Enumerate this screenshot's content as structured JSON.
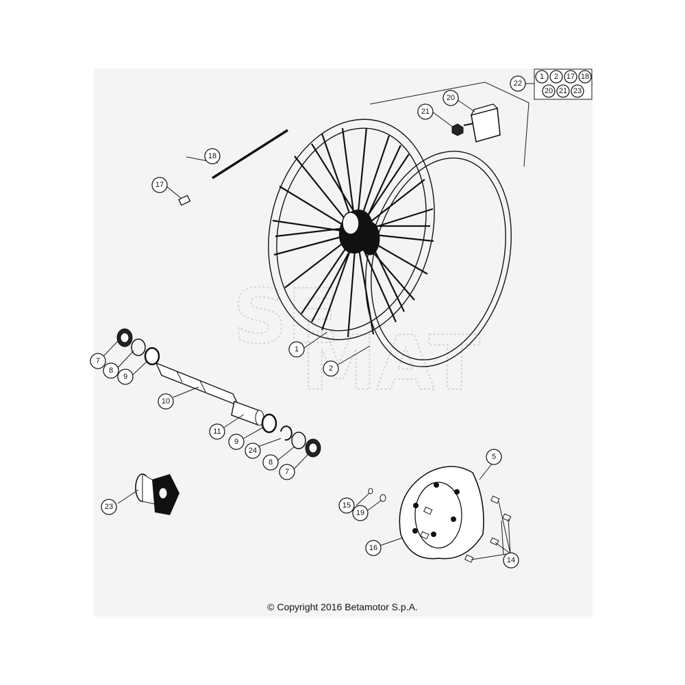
{
  "copyright": "© Copyright 2016 Betamotor S.p.A.",
  "watermark": [
    "SE",
    "MAT"
  ],
  "callouts": [
    "1",
    "2",
    "5",
    "7",
    "8",
    "9",
    "10",
    "11",
    "9",
    "24",
    "8",
    "7",
    "14",
    "15",
    "16",
    "17",
    "18",
    "19",
    "20",
    "21",
    "22",
    "23"
  ],
  "kit_contents": [
    "1",
    "2",
    "17",
    "18",
    "20",
    "21",
    "23"
  ]
}
